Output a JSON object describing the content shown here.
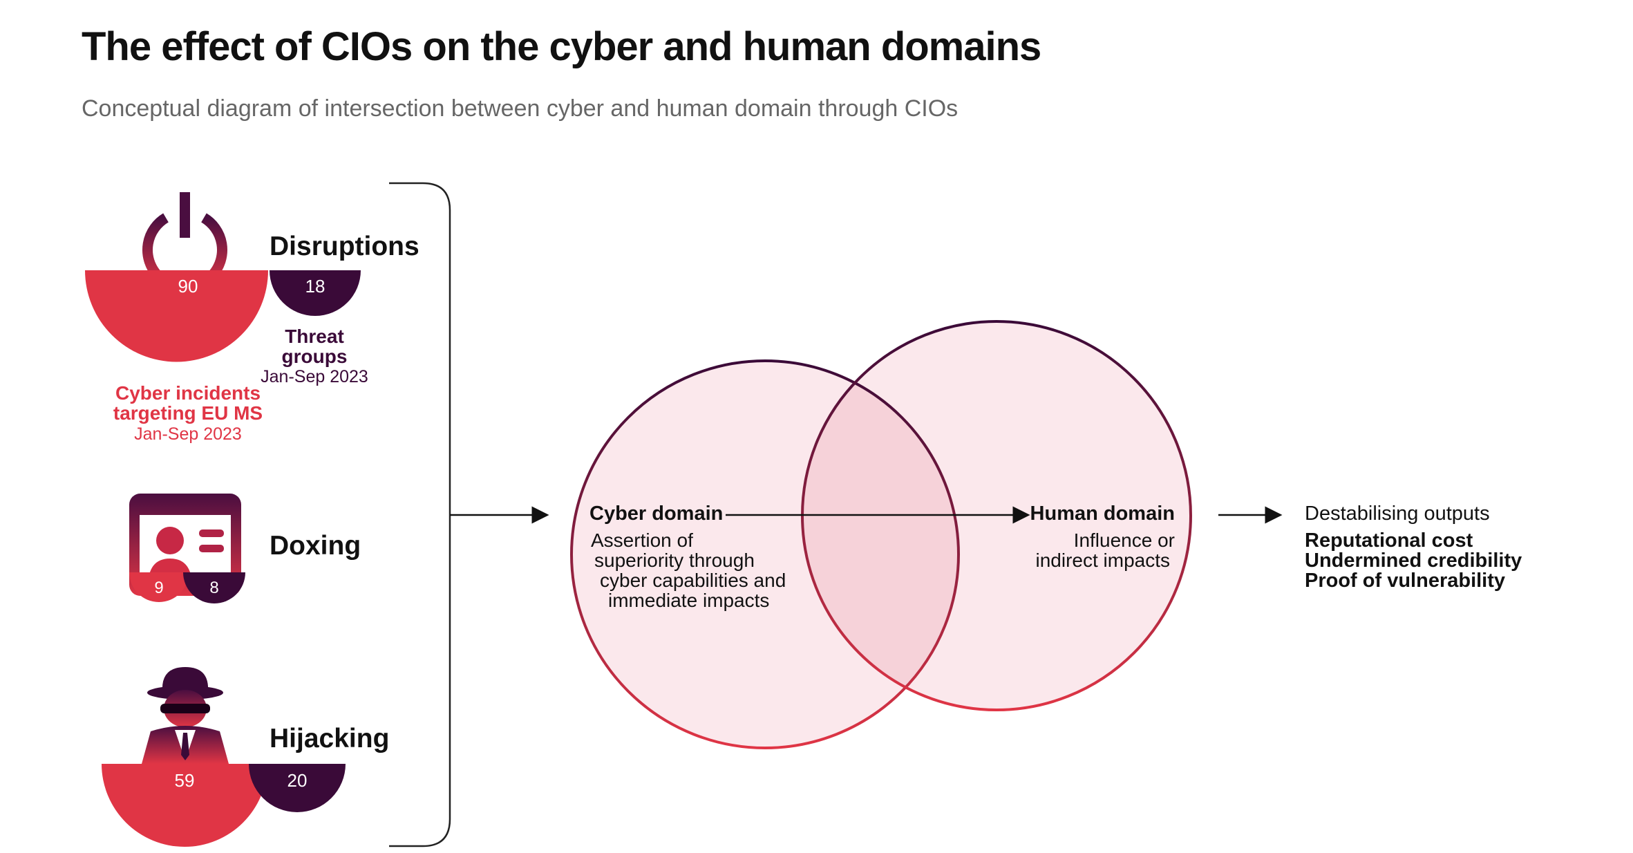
{
  "title": "The effect of CIOs on the cyber and human domains",
  "subtitle": "Conceptual diagram of intersection between cyber and human domain through CIOs",
  "colors": {
    "incidents": "#e03545",
    "threat_groups": "#3a0a38",
    "circle_fill": "#fbe8ec",
    "overlap_fill": "#f6d2d9"
  },
  "categories": [
    {
      "name": "Disruptions",
      "icon": "power-icon",
      "incidents": 90,
      "threat_groups": 18
    },
    {
      "name": "Doxing",
      "icon": "id-card-icon",
      "incidents": 9,
      "threat_groups": 8
    },
    {
      "name": "Hijacking",
      "icon": "spy-icon",
      "incidents": 59,
      "threat_groups": 20
    }
  ],
  "legend": {
    "threat_groups": {
      "line1": "Threat",
      "line2": "groups",
      "period": "Jan-Sep 2023"
    },
    "incidents": {
      "line1": "Cyber incidents",
      "line2": "targeting EU MS",
      "period": "Jan-Sep 2023"
    }
  },
  "venn": {
    "cyber": {
      "title": "Cyber domain",
      "lines": [
        "Assertion of",
        "superiority through",
        "cyber capabilities and",
        "immediate impacts"
      ]
    },
    "human": {
      "title": "Human domain",
      "lines": [
        "Influence or",
        "indirect impacts"
      ]
    }
  },
  "outputs": {
    "title": "Destabilising outputs",
    "items": [
      "Reputational cost",
      "Undermined credibility",
      "Proof of vulnerability"
    ]
  }
}
